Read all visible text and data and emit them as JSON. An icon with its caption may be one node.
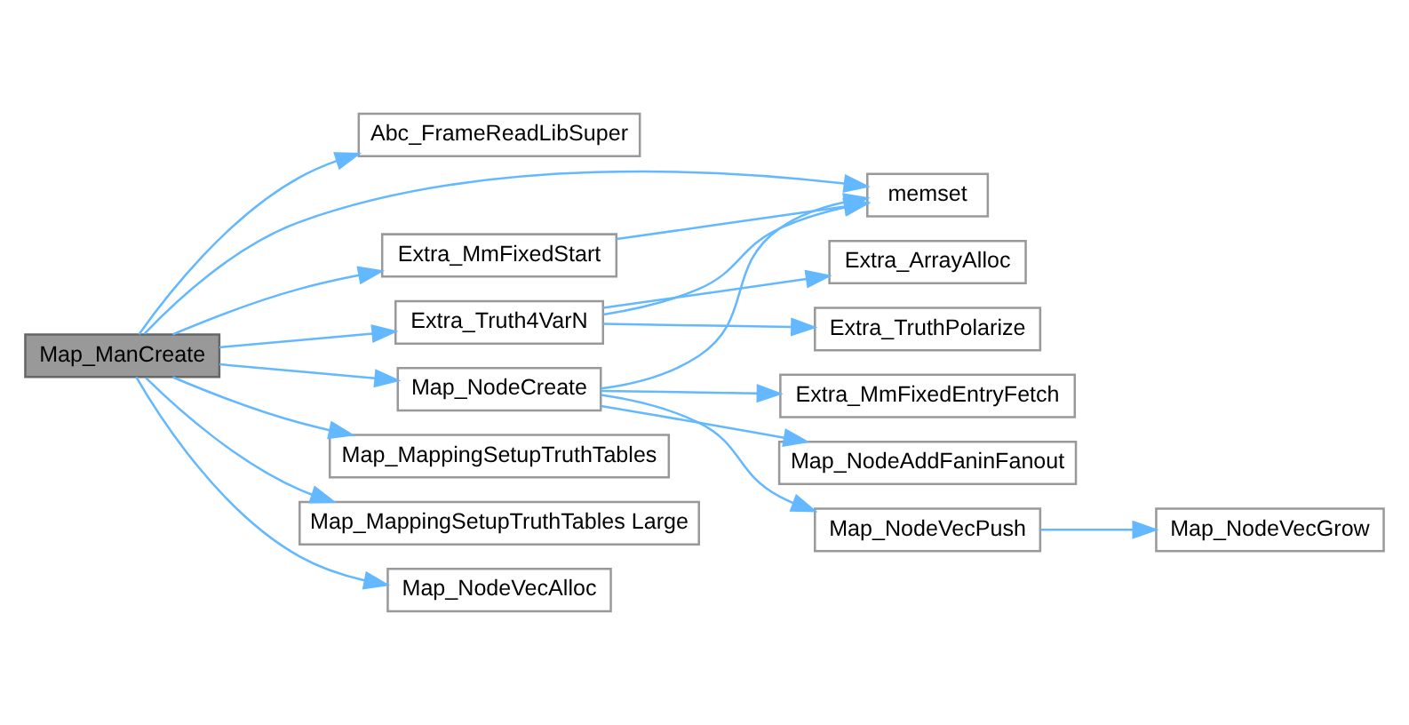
{
  "diagram": {
    "nodes": [
      {
        "text": [
          "Map_ManCreate"
        ]
      },
      {
        "text": [
          "Abc_FrameReadLibSuper"
        ]
      },
      {
        "text": [
          "memset"
        ]
      },
      {
        "text": [
          "Extra_MmFixedStart"
        ]
      },
      {
        "text": [
          "Extra_Truth4VarN"
        ]
      },
      {
        "text": [
          "Extra_ArrayAlloc"
        ]
      },
      {
        "text": [
          "Extra_TruthPolarize"
        ]
      },
      {
        "text": [
          "Map_NodeCreate"
        ]
      },
      {
        "text": [
          "Extra_MmFixedEntryFetch"
        ]
      },
      {
        "text": [
          "Map_NodeAddFaninFanout"
        ]
      },
      {
        "text": [
          "Map_NodeVecPush"
        ]
      },
      {
        "text": [
          "Map_NodeVecGrow"
        ]
      },
      {
        "text": [
          "Map_MappingSetupTruthTables"
        ]
      },
      {
        "text": [
          "Map_MappingSetupTruthTables Large"
        ]
      },
      {
        "text": [
          "Map_NodeVecAlloc"
        ]
      }
    ],
    "edges": [
      {
        "from": 0,
        "to": 1,
        "arrow": "to"
      },
      {
        "from": 0,
        "to": 2,
        "arrow": "to"
      },
      {
        "from": 0,
        "to": 3,
        "arrow": "to"
      },
      {
        "from": 0,
        "to": 4,
        "arrow": "to"
      },
      {
        "from": 0,
        "to": 7,
        "arrow": "to"
      },
      {
        "from": 0,
        "to": 12,
        "arrow": "to"
      },
      {
        "from": 0,
        "to": 13,
        "arrow": "to"
      },
      {
        "from": 0,
        "to": 14,
        "arrow": "to"
      },
      {
        "from": 3,
        "to": 2,
        "arrow": "to"
      },
      {
        "from": 4,
        "to": 2,
        "arrow": "to"
      },
      {
        "from": 4,
        "to": 5,
        "arrow": "to"
      },
      {
        "from": 4,
        "to": 6,
        "arrow": "to"
      },
      {
        "from": 7,
        "to": 2,
        "arrow": "to"
      },
      {
        "from": 7,
        "to": 8,
        "arrow": "to"
      },
      {
        "from": 7,
        "to": 9,
        "arrow": "to"
      },
      {
        "from": 7,
        "to": 10,
        "arrow": "to"
      },
      {
        "from": 10,
        "to": 11,
        "arrow": "to"
      }
    ]
  }
}
